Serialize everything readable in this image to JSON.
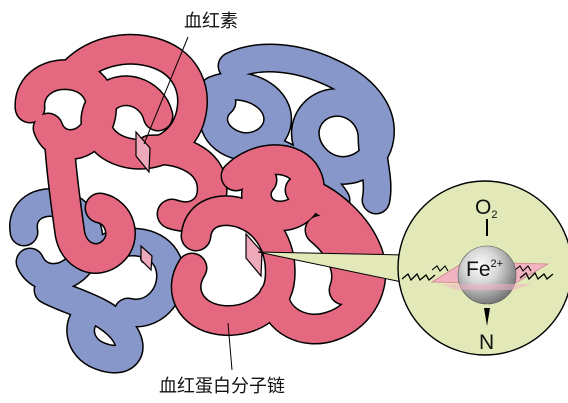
{
  "labels": {
    "heme": "血红素",
    "subunit": "血红蛋白分子链",
    "oxygen_base": "O",
    "oxygen_sub": "2",
    "iron_base": "Fe",
    "iron_sup": "2+",
    "nitrogen": "N"
  },
  "colors": {
    "alpha_chain": "#e4687f",
    "beta_chain": "#8797c9",
    "heme_plate": "#eeaabb",
    "heme_ring": "#f2b3c2",
    "callout_bg": "#e3e8b8",
    "iron_sphere": "#bfbfbf"
  },
  "icons": {
    "iron": "iron-atom-sphere",
    "heme": "heme-porphyrin-plate",
    "oxygen_bond": "bond-line",
    "nitrogen_bond": "wedge-bond"
  }
}
